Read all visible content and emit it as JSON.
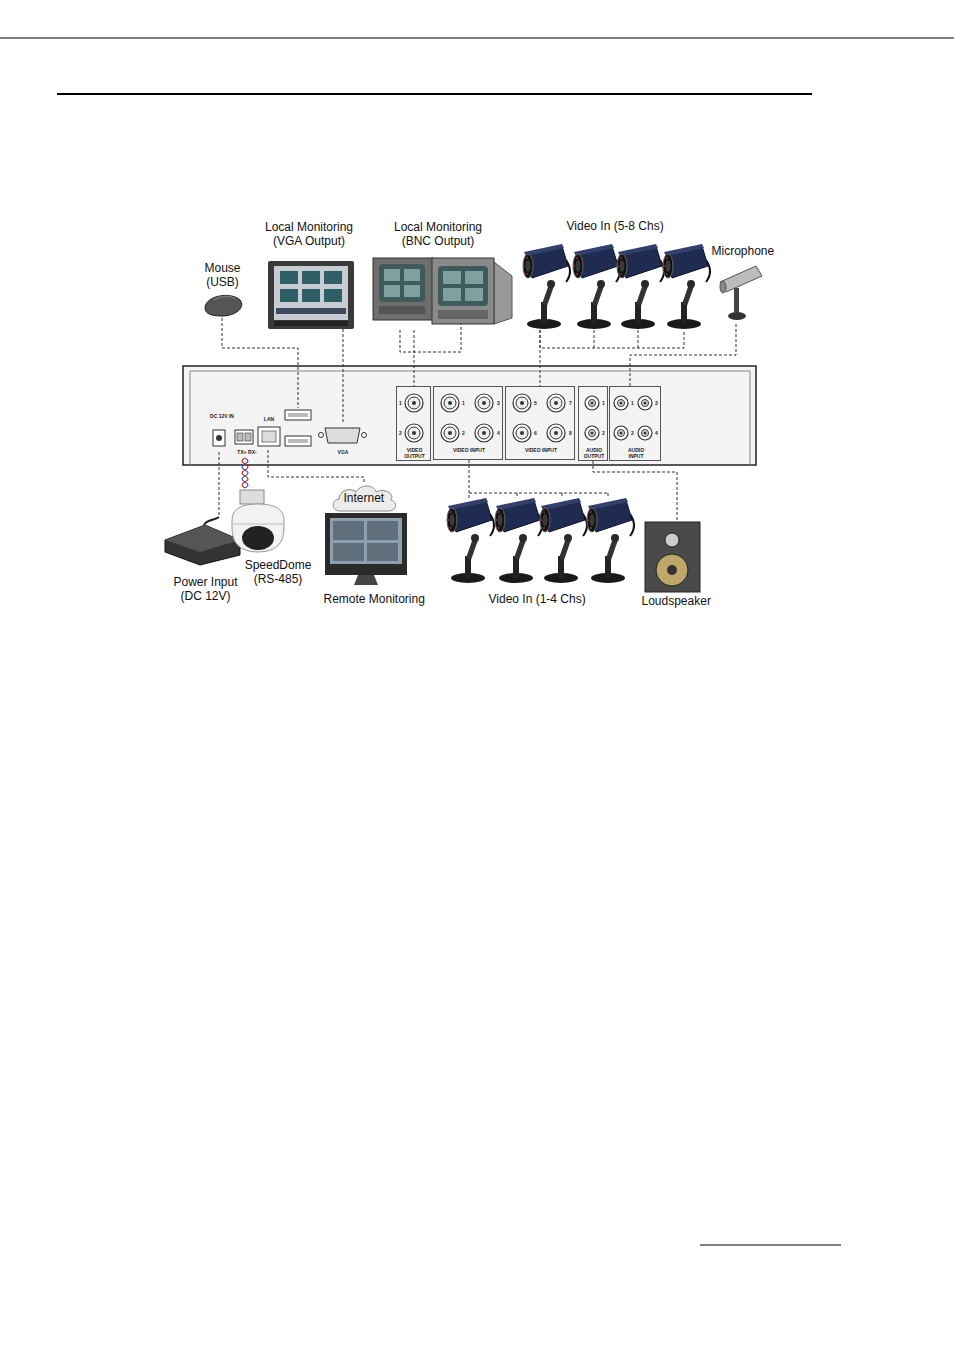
{
  "diagram": {
    "nodes": [
      {
        "text": [
          "Mouse (USB)"
        ]
      },
      {
        "text": [
          "Local Monitoring (VGA Output)"
        ]
      },
      {
        "text": [
          "Local Monitoring (BNC Output)"
        ]
      },
      {
        "text": [
          "Video In (5-8 Chs)"
        ]
      },
      {
        "text": [
          "Microphone"
        ]
      },
      {
        "text": [
          "DC 12V IN"
        ]
      },
      {
        "text": [
          "TX+ RX-"
        ]
      },
      {
        "text": [
          "LAN"
        ]
      },
      {
        "text": [
          "VGA"
        ]
      },
      {
        "text": [
          "1",
          "2",
          "VIDEO OUTPUT"
        ]
      },
      {
        "text": [
          "1",
          "3",
          "2",
          "4",
          "VIDEO INPUT"
        ]
      },
      {
        "text": [
          "5",
          "7",
          "6",
          "8",
          "VIDEO INPUT"
        ]
      },
      {
        "text": [
          "1",
          "2",
          "AUDIO OUTPUT"
        ]
      },
      {
        "text": [
          "1",
          "3",
          "2",
          "4",
          "AUDIO INPUT"
        ]
      },
      {
        "text": [
          "Power Input (DC 12V)"
        ]
      },
      {
        "text": [
          "SpeedDome (RS-485)"
        ]
      },
      {
        "text": [
          "Internet"
        ]
      },
      {
        "text": [
          "Remote Monitoring"
        ]
      },
      {
        "text": [
          "Video In (1-4 Chs)"
        ]
      },
      {
        "text": [
          "Loudspeaker"
        ]
      }
    ],
    "edges": [
      {
        "from": 1,
        "to": 8,
        "arrow": "none"
      },
      {
        "from": 2,
        "to": 9,
        "arrow": "none"
      },
      {
        "from": 3,
        "to": 11,
        "arrow": "none"
      },
      {
        "from": 4,
        "to": 13,
        "arrow": "none"
      },
      {
        "from": 14,
        "to": 5,
        "arrow": "none"
      },
      {
        "from": 15,
        "to": 6,
        "arrow": "none"
      },
      {
        "from": 7,
        "to": 16,
        "arrow": "none"
      },
      {
        "from": 18,
        "to": 10,
        "arrow": "none"
      },
      {
        "from": 12,
        "to": 19,
        "arrow": "none"
      }
    ]
  }
}
